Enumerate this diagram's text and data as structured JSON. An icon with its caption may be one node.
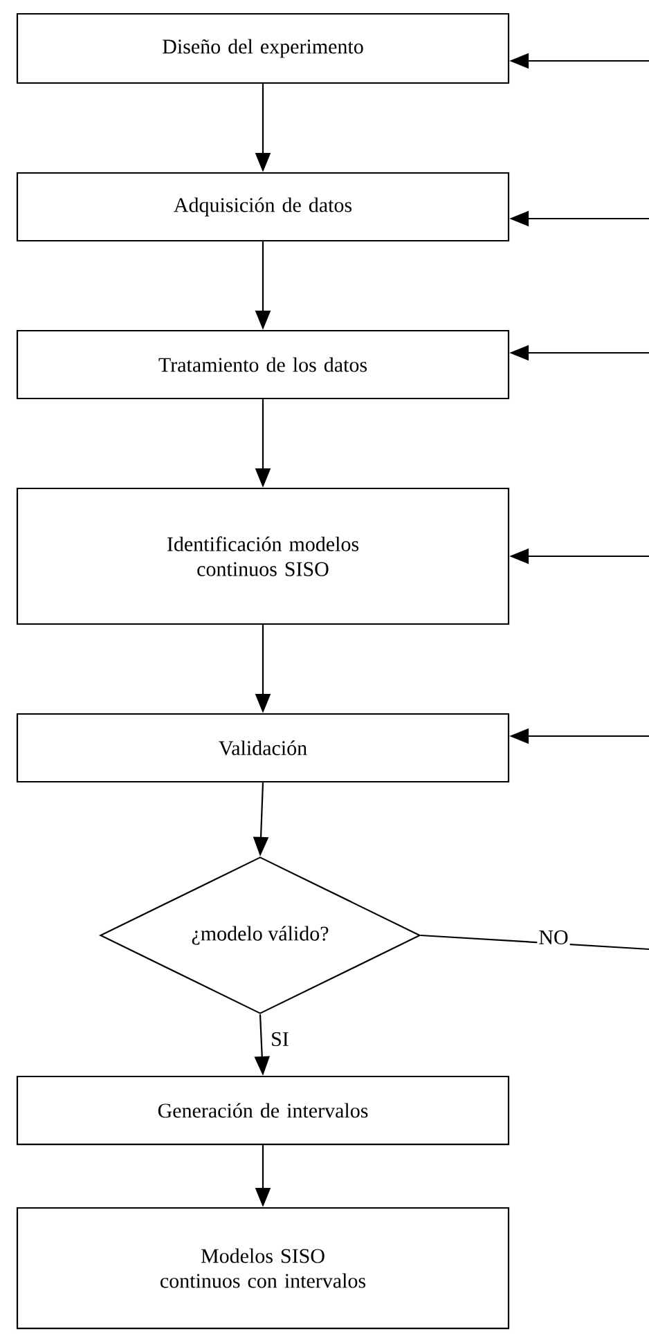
{
  "diagram": {
    "nodes": [
      {
        "text": [
          "Diseño del experimento"
        ]
      },
      {
        "text": [
          "Adquisición de datos"
        ]
      },
      {
        "text": [
          "Tratamiento de los datos"
        ]
      },
      {
        "text": [
          "Identificación modelos continuos SISO"
        ]
      },
      {
        "text": [
          "Validación"
        ]
      },
      {
        "text": [
          "¿modelo válido?"
        ]
      },
      {
        "text": [
          "Generación de intervalos"
        ]
      },
      {
        "text": [
          "Modelos SISO continuos con intervalos"
        ]
      }
    ],
    "edges": [
      {
        "from": 0,
        "to": 1,
        "arrow": "to"
      },
      {
        "from": 1,
        "to": 2,
        "arrow": "to"
      },
      {
        "from": 2,
        "to": 3,
        "arrow": "to"
      },
      {
        "from": 3,
        "to": 4,
        "arrow": "to"
      },
      {
        "from": 4,
        "to": 5,
        "arrow": "to"
      },
      {
        "from": 5,
        "to": 6,
        "arrow": "to",
        "label": "SI"
      },
      {
        "from": 6,
        "to": 7,
        "arrow": "to"
      },
      {
        "from": 5,
        "to": null,
        "arrow": "none",
        "label": "NO"
      },
      {
        "from": null,
        "to": 0,
        "arrow": "to"
      },
      {
        "from": null,
        "to": 1,
        "arrow": "to"
      },
      {
        "from": null,
        "to": 2,
        "arrow": "to"
      },
      {
        "from": null,
        "to": 3,
        "arrow": "to"
      },
      {
        "from": null,
        "to": 4,
        "arrow": "to"
      }
    ]
  }
}
